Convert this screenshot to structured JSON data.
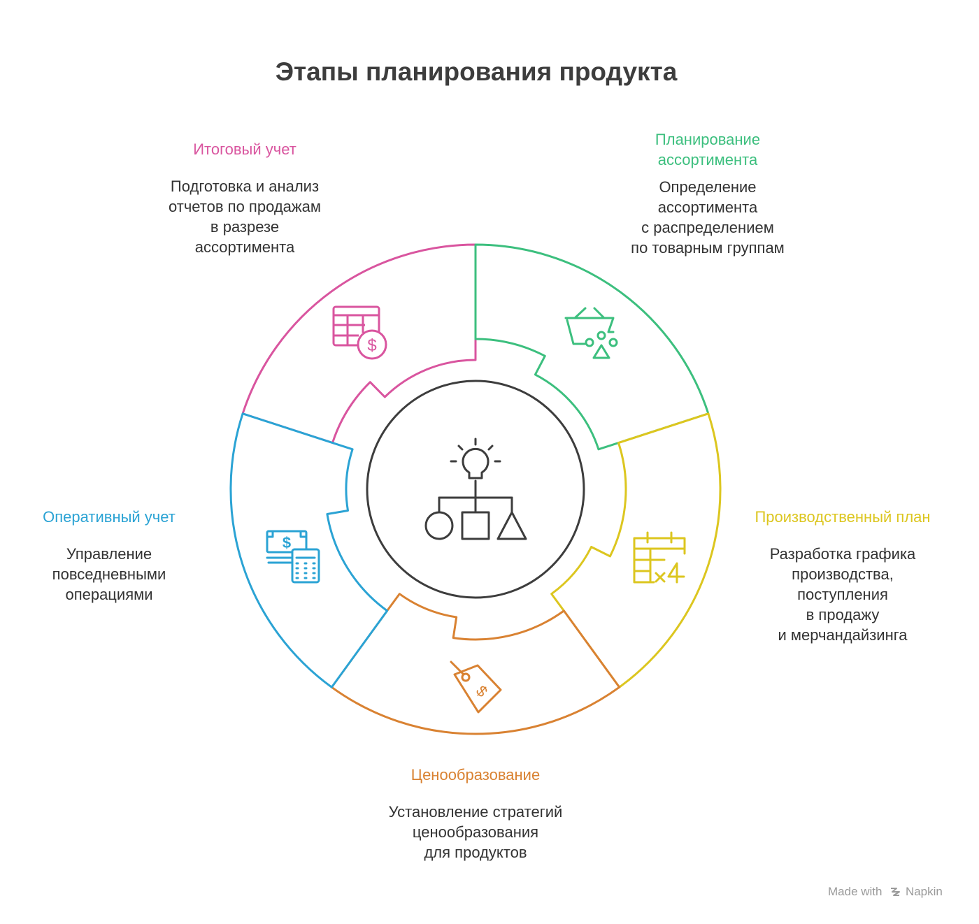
{
  "title": "Этапы планирования продукта",
  "colors": {
    "summary": "#d9559f",
    "assortment": "#3cbf7e",
    "production": "#dcc61f",
    "pricing": "#d98232",
    "operational": "#2ba3d4",
    "center": "#3d3d3d"
  },
  "center": {
    "icon": "lightbulb-org-chart-icon"
  },
  "stages": [
    {
      "key": "summary",
      "title": "Итоговый учет",
      "description": "Подготовка и анализ\nотчетов по продажам\nв разрезе\nассортимента",
      "icon": "spreadsheet-dollar-icon"
    },
    {
      "key": "assortment",
      "title": "Планирование\nассортимента",
      "description": "Определение\nассортимента\nс распределением\nпо товарным группам",
      "icon": "basket-shapes-icon"
    },
    {
      "key": "production",
      "title": "Производственный план",
      "description": "Разработка графика\nпроизводства,\nпоступления\nв продажу\nи мерчандайзинга",
      "icon": "calendar-multiply-icon"
    },
    {
      "key": "pricing",
      "title": "Ценообразование",
      "description": "Установление стратегий\nценообразования\nдля продуктов",
      "icon": "price-tag-icon"
    },
    {
      "key": "operational",
      "title": "Оперативный учет",
      "description": "Управление\nповседневными\nоперациями",
      "icon": "cash-calculator-icon"
    }
  ],
  "watermark": {
    "prefix": "Made with",
    "brand": "Napkin"
  }
}
